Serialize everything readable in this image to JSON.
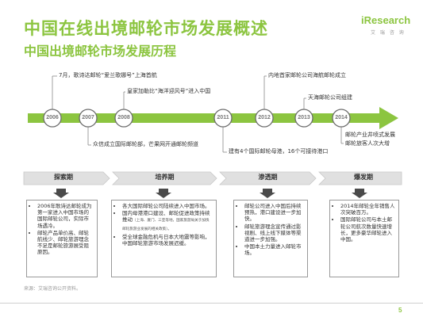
{
  "header": {
    "title": "中国在线出境邮轮市场发展概述",
    "subtitle": "中国出境邮轮市场发展历程"
  },
  "logo": {
    "brand": "iResearch",
    "tagline": "艾 瑞 咨 询"
  },
  "timeline": {
    "years": [
      "2006",
      "2007",
      "2008",
      "2011",
      "2012",
      "2013",
      "2014"
    ],
    "events": {
      "e1": "7月，歌诗达邮轮“爱兰歌娜号”上海首航",
      "e2": "皇家加勒比“海洋迎风号”进入中国",
      "e3": "众信成立国际邮轮部，芒果网开通邮轮频道",
      "e4": "建有4个国际邮轮母港，16个可接待港口",
      "e5": "内地首家邮轮公司海航邮轮成立",
      "e6": "天海邮轮公司组建",
      "e7": "邮轮产业井喷式发展",
      "e8": "邮轮旅客人次大增"
    }
  },
  "phases": [
    {
      "name": "探索期",
      "bullets": [
        "2006年歌诗达邮轮成为第一家进入中国市场的国际邮轮公司，实际市场遇冷。",
        "邮轮产品单价高、邮轮航线少、邮轮旅游理念不足是邮轮旅游展受阻原因。"
      ]
    },
    {
      "name": "培养期",
      "bullets": [
        "各大国际邮轮公司陆续进入中国市场。",
        "国内母港港口建设、邮轮促进政策持续推动",
        "（上海、厦门、三亚等",
        "地，国家旅游局关于加快邮轮旅游业发展的相关政策",
        "）。",
        "受全球金融危机与日本大地震等影响，中国邮轮旅游市场发展迟缓。"
      ]
    },
    {
      "name": "渗透期",
      "bullets": [
        "邮轮公司进入中国后持续预热，港口建设进一步加快。",
        "邮轮旅游理念宣传通过影视剧、线上线下媒体等渠道进一步加强。",
        "中国本土力量进入邮轮市场。"
      ]
    },
    {
      "name": "爆发期",
      "bullets": [
        "2014年邮轮全年销售人次突破百万。",
        "国际邮轮公司与本土邮轮公司航次数量快速增长，更多豪华邮轮进入中国。"
      ]
    }
  ],
  "source": "来源：艾瑞咨询公开资料。",
  "page_number": "5",
  "colors": {
    "accent": "#8cc540",
    "timeline_bar": "#8cc540",
    "milestone_border": "#666666",
    "phase_header_bg": "#e0e0e0"
  }
}
